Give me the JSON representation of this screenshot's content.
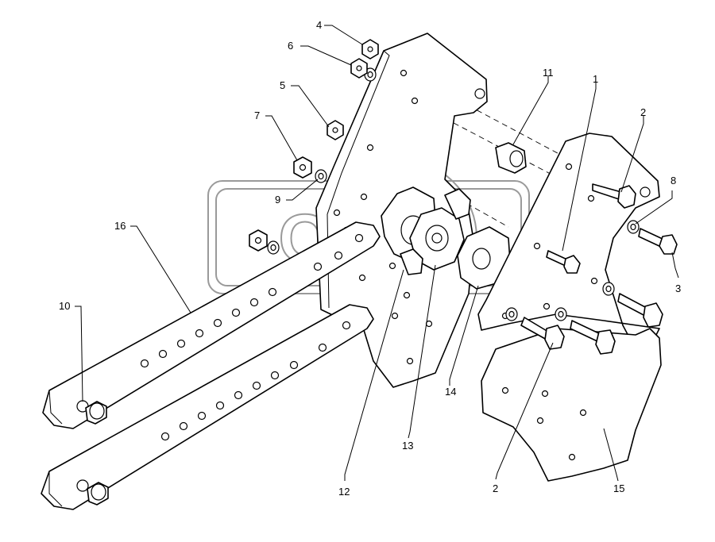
{
  "diagram": {
    "watermark": "OPPX",
    "callouts": [
      {
        "id": "c1",
        "text": "1"
      },
      {
        "id": "c2a",
        "text": "2"
      },
      {
        "id": "c2b",
        "text": "2"
      },
      {
        "id": "c3",
        "text": "3"
      },
      {
        "id": "c4",
        "text": "4"
      },
      {
        "id": "c5",
        "text": "5"
      },
      {
        "id": "c6",
        "text": "6"
      },
      {
        "id": "c7",
        "text": "7"
      },
      {
        "id": "c8",
        "text": "8"
      },
      {
        "id": "c9",
        "text": "9"
      },
      {
        "id": "c10",
        "text": "10"
      },
      {
        "id": "c11",
        "text": "11"
      },
      {
        "id": "c12",
        "text": "12"
      },
      {
        "id": "c13",
        "text": "13"
      },
      {
        "id": "c14",
        "text": "14"
      },
      {
        "id": "c15",
        "text": "15"
      },
      {
        "id": "c16",
        "text": "16"
      }
    ]
  }
}
